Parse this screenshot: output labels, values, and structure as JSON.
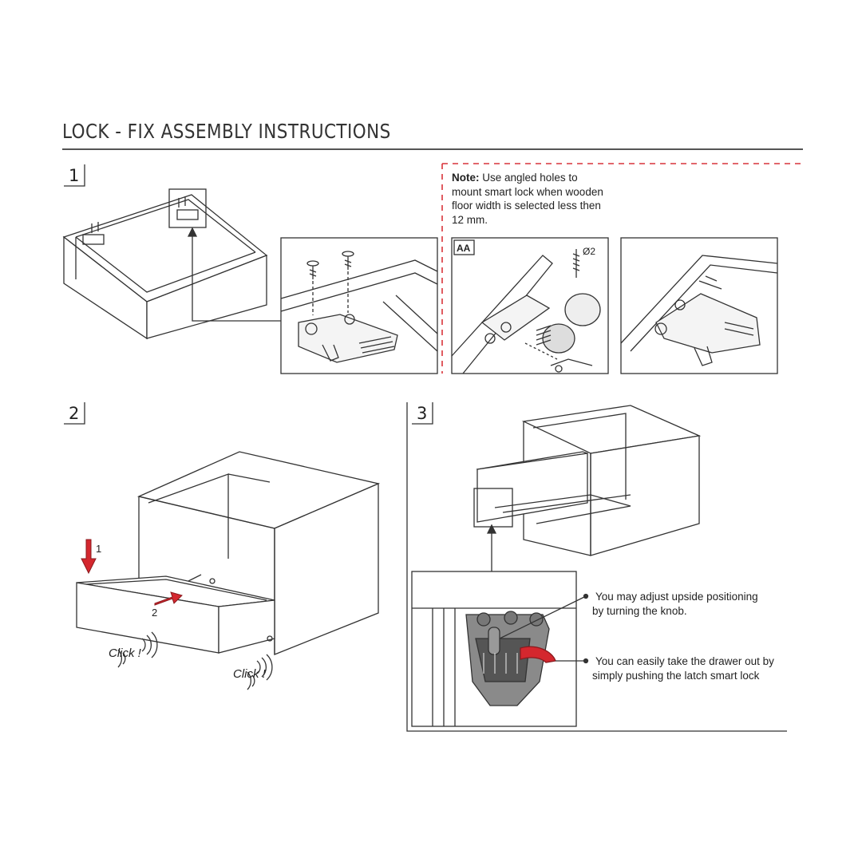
{
  "title": "LOCK - FIX ASSEMBLY INSTRUCTIONS",
  "steps": [
    "1",
    "2",
    "3"
  ],
  "note": {
    "bold": "Note:",
    "lines": [
      " Use angled holes to",
      "mount smart lock when wooden",
      "floor width is selected less then",
      "12 mm."
    ]
  },
  "section_label": "AA",
  "diameter_label": "Ø2",
  "step2": {
    "arrow1": "1",
    "arrow2": "2",
    "click_left": "Click !",
    "click_right": "Click !"
  },
  "step3": {
    "callout1": [
      "You may adjust upside positioning",
      "by turning the knob."
    ],
    "callout2": [
      "You can easily take the drawer out by",
      "simply pushing the latch smart lock"
    ]
  },
  "colors": {
    "accent_red": "#d4272e",
    "line": "#333333",
    "dash": "#d9333a"
  }
}
